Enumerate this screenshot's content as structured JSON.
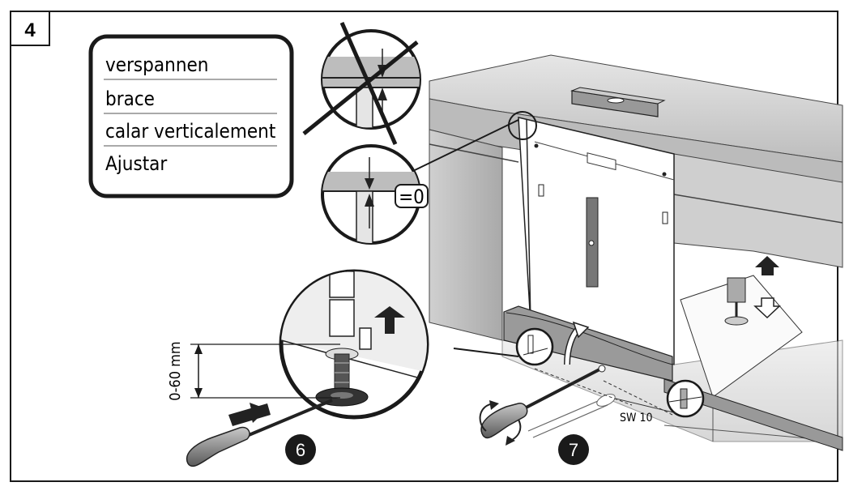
{
  "step": {
    "number": "4"
  },
  "legend": {
    "items": [
      "verspannen",
      "brace",
      "calar verticalement",
      "Ajustar"
    ]
  },
  "detail": {
    "gap_equals": "=0"
  },
  "adjust": {
    "height_range": "0-60 mm",
    "wrench_size": "SW 10"
  },
  "substeps": {
    "a": "6",
    "b": "7"
  },
  "colors": {
    "line": "#1a1a1a",
    "cabinet_top": "#d9d9d9",
    "panel": "#c8c8c8",
    "floor": "#f2f2f2",
    "fill_dark": "#8a8a8a"
  }
}
